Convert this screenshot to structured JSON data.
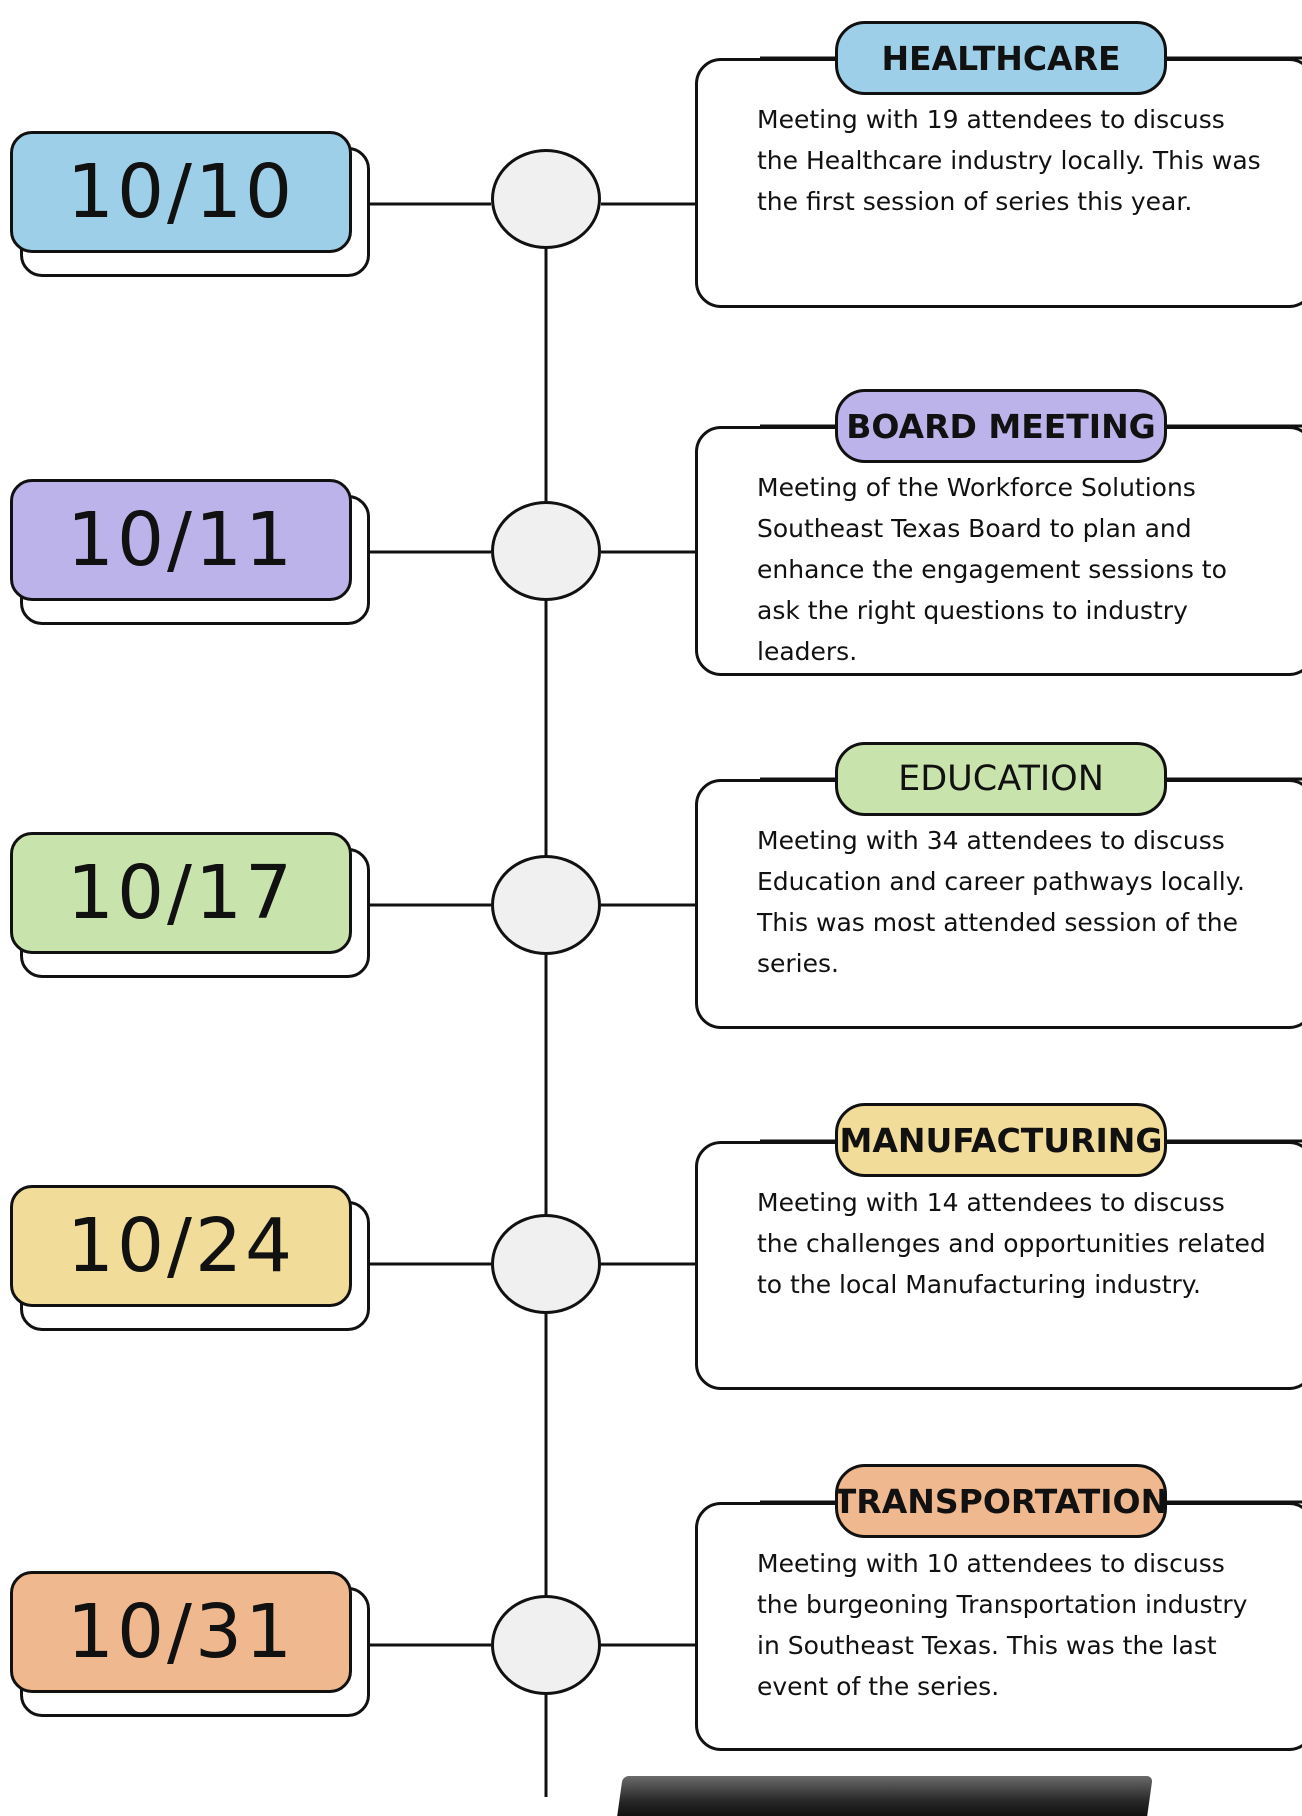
{
  "colors": {
    "blue": "#9ecfe9",
    "purple": "#bbb3ea",
    "green": "#c9e3ad",
    "yellow": "#f1dc9a",
    "orange": "#f0b88e"
  },
  "events": [
    {
      "date": "10/10",
      "category": "HEALTHCARE",
      "color": "#9ecfe9",
      "description": "Meeting with 19 attendees to discuss the Healthcare industry locally. This was the first session of series this year."
    },
    {
      "date": "10/11",
      "category": "BOARD MEETING",
      "color": "#bbb3ea",
      "description": "Meeting of the Workforce Solutions Southeast Texas Board to plan and enhance the engagement sessions to ask the right questions to industry leaders."
    },
    {
      "date": "10/17",
      "category": "EDUCATION",
      "color": "#c9e3ad",
      "description": "Meeting with 34 attendees to discuss Education and career pathways locally. This was most attended session of the series."
    },
    {
      "date": "10/24",
      "category": "MANUFACTURING",
      "color": "#f1dc9a",
      "description": "Meeting with 14 attendees to discuss the challenges and opportunities related to the local Manufacturing industry."
    },
    {
      "date": "10/31",
      "category": "TRANSPORTATION",
      "color": "#f0b88e",
      "description": "Meeting with 10 attendees to discuss the burgeoning Transportation industry in Southeast Texas. This was the last event of the series."
    }
  ]
}
